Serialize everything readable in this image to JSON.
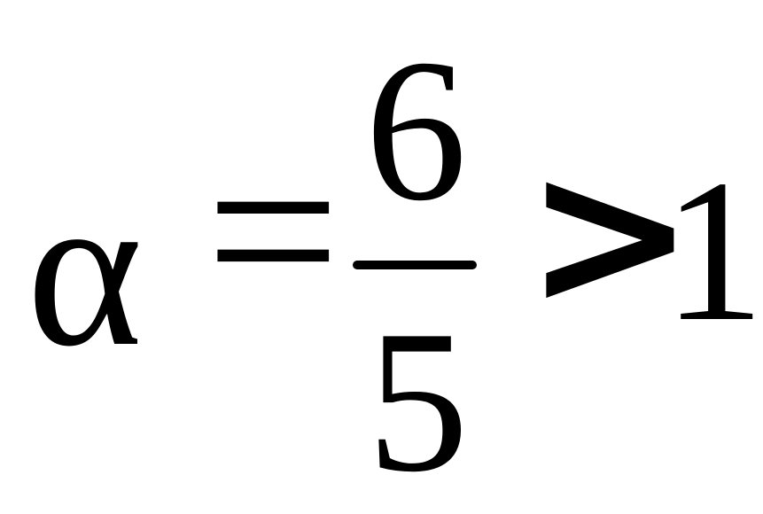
{
  "formula": {
    "variable": "α",
    "equals_sign": "=",
    "fraction": {
      "numerator": "6",
      "denominator": "5"
    },
    "comparison_sign": ">",
    "rhs": "1"
  }
}
